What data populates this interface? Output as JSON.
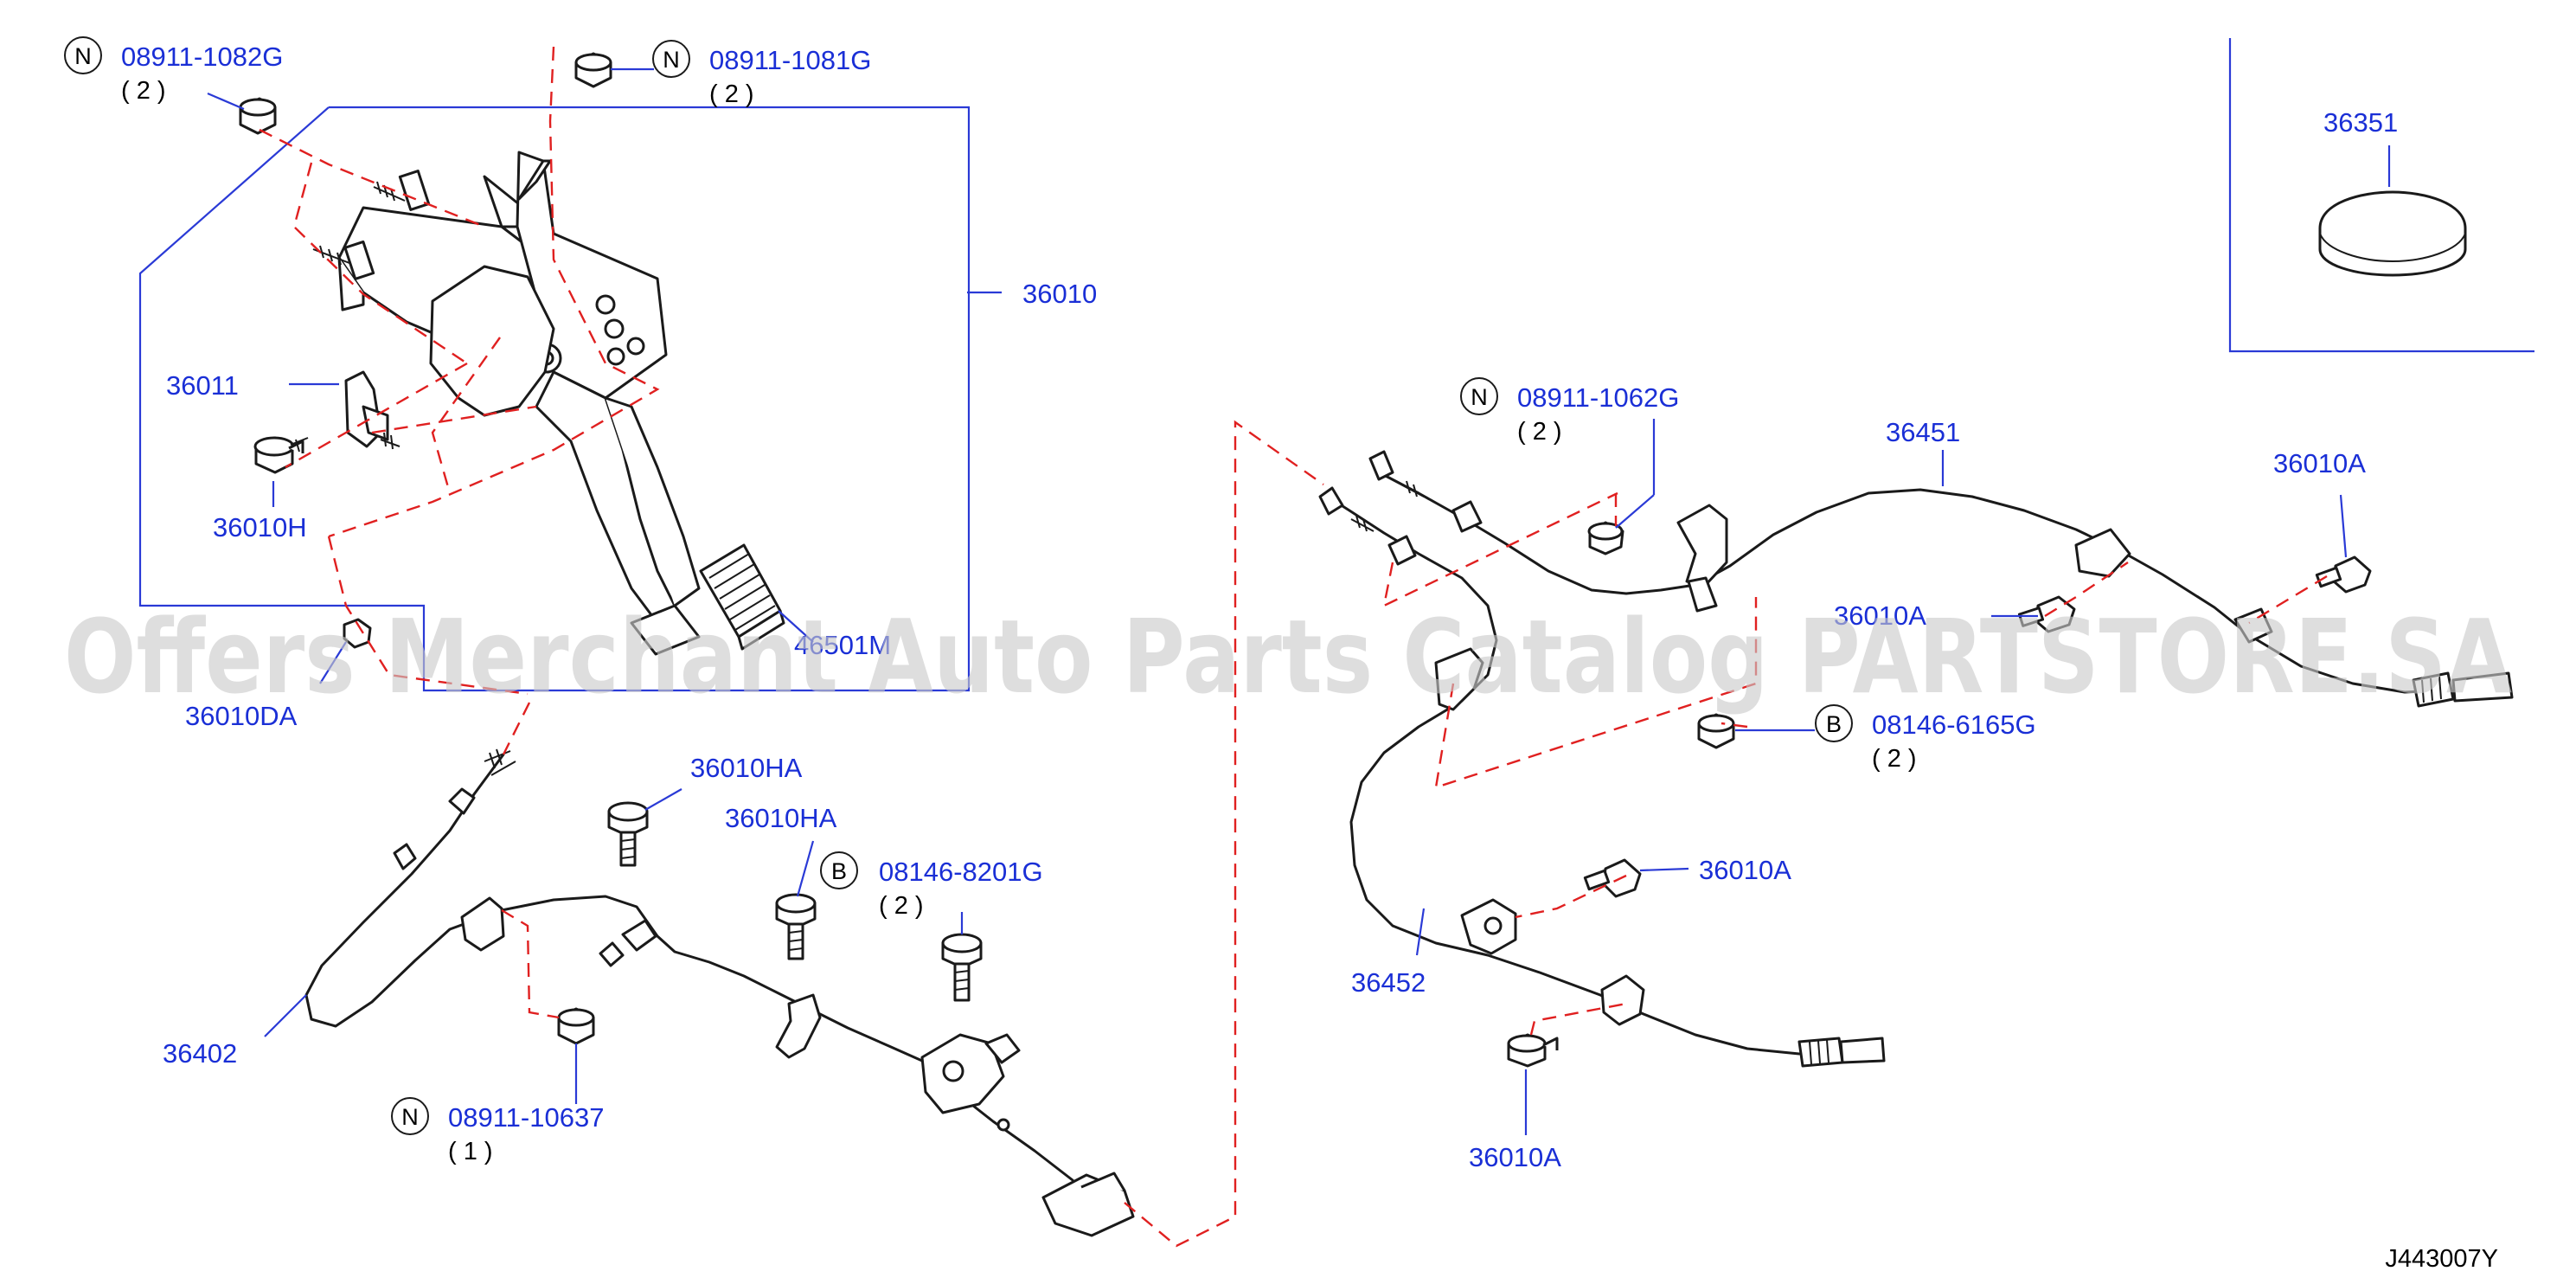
{
  "diagram": {
    "reference_code": "J443007Y",
    "watermark": "Offers Merchant Auto Parts Catalog PARTSTORE.SA",
    "symbols": {
      "nut": "N",
      "bolt": "B"
    },
    "callouts": [
      {
        "id": "c1",
        "part": "08911-1082G",
        "symbol": "N",
        "qty": "( 2 )"
      },
      {
        "id": "c2",
        "part": "08911-1081G",
        "symbol": "N",
        "qty": "( 2 )"
      },
      {
        "id": "c3",
        "part": "36010"
      },
      {
        "id": "c4",
        "part": "36011"
      },
      {
        "id": "c5",
        "part": "36010H"
      },
      {
        "id": "c6",
        "part": "46501M"
      },
      {
        "id": "c7",
        "part": "36010DA"
      },
      {
        "id": "c8",
        "part": "36010HA"
      },
      {
        "id": "c9",
        "part": "36010HA"
      },
      {
        "id": "c10",
        "part": "08146-8201G",
        "symbol": "B",
        "qty": "( 2 )"
      },
      {
        "id": "c11",
        "part": "36402"
      },
      {
        "id": "c12",
        "part": "08911-10637",
        "symbol": "N",
        "qty": "( 1 )"
      },
      {
        "id": "c13",
        "part": "08911-1062G",
        "symbol": "N",
        "qty": "( 2 )"
      },
      {
        "id": "c14",
        "part": "36451"
      },
      {
        "id": "c15",
        "part": "36010A"
      },
      {
        "id": "c16",
        "part": "36010A"
      },
      {
        "id": "c17",
        "part": "08146-6165G",
        "symbol": "B",
        "qty": "( 2 )"
      },
      {
        "id": "c18",
        "part": "36010A"
      },
      {
        "id": "c19",
        "part": "36452"
      },
      {
        "id": "c20",
        "part": "36010A"
      },
      {
        "id": "c21",
        "part": "36351"
      }
    ]
  },
  "colors": {
    "part_number": "#1a2fd6",
    "leader_line": "#2a3ad6",
    "phantom_line": "#e02020",
    "part_outline": "#1a1a1a",
    "watermark": "#c9c9c9"
  },
  "icons": [
    "nut-icon",
    "bolt-icon",
    "cap-plug-icon"
  ]
}
